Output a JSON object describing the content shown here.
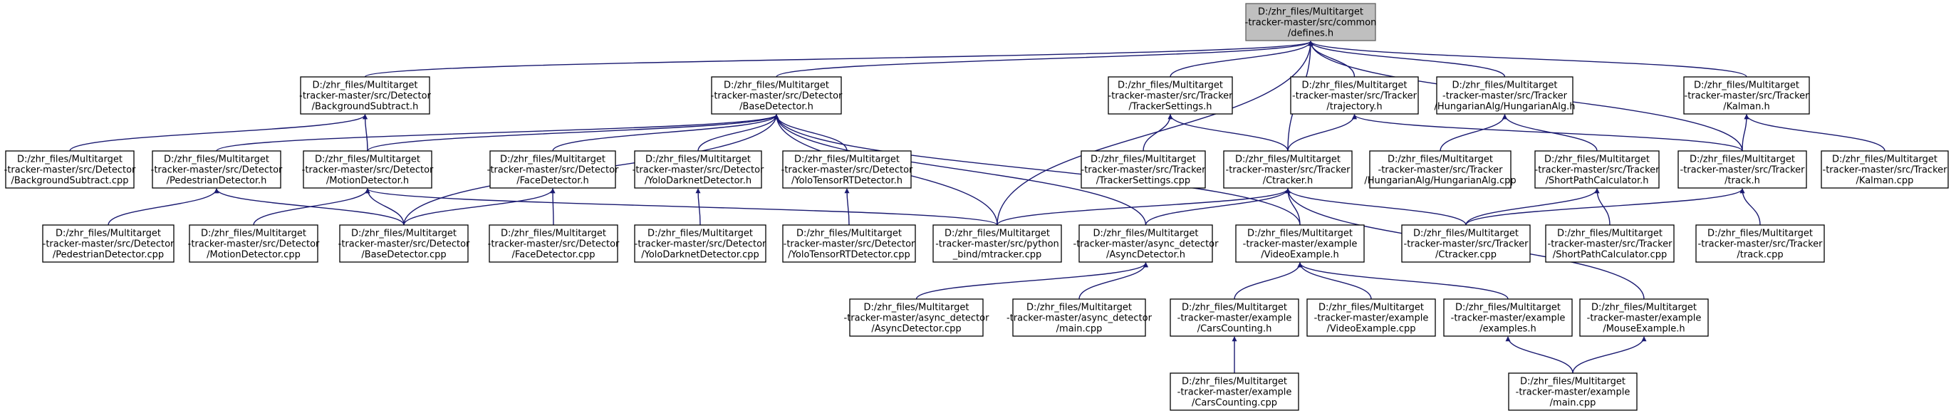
{
  "nodes": [
    {
      "id": "defines_h",
      "root": true,
      "lines": [
        "D:/zhr_files/Multitarget",
        "-tracker-master/src/common",
        "/defines.h"
      ]
    },
    {
      "id": "bgsub_h",
      "lines": [
        "D:/zhr_files/Multitarget",
        "-tracker-master/src/Detector",
        "/BackgroundSubtract.h"
      ]
    },
    {
      "id": "basedet_h",
      "lines": [
        "D:/zhr_files/Multitarget",
        "-tracker-master/src/Detector",
        "/BaseDetector.h"
      ]
    },
    {
      "id": "trkset_h",
      "lines": [
        "D:/zhr_files/Multitarget",
        "-tracker-master/src/Tracker",
        "/TrackerSettings.h"
      ]
    },
    {
      "id": "traj_h",
      "lines": [
        "D:/zhr_files/Multitarget",
        "-tracker-master/src/Tracker",
        "/trajectory.h"
      ]
    },
    {
      "id": "hung_h",
      "lines": [
        "D:/zhr_files/Multitarget",
        "-tracker-master/src/Tracker",
        "/HungarianAlg/HungarianAlg.h"
      ]
    },
    {
      "id": "kalman_h",
      "lines": [
        "D:/zhr_files/Multitarget",
        "-tracker-master/src/Tracker",
        "/Kalman.h"
      ]
    },
    {
      "id": "bgsub_cpp",
      "lines": [
        "D:/zhr_files/Multitarget",
        "-tracker-master/src/Detector",
        "/BackgroundSubtract.cpp"
      ]
    },
    {
      "id": "ped_h",
      "lines": [
        "D:/zhr_files/Multitarget",
        "-tracker-master/src/Detector",
        "/PedestrianDetector.h"
      ]
    },
    {
      "id": "motion_h",
      "lines": [
        "D:/zhr_files/Multitarget",
        "-tracker-master/src/Detector",
        "/MotionDetector.h"
      ]
    },
    {
      "id": "face_h",
      "lines": [
        "D:/zhr_files/Multitarget",
        "-tracker-master/src/Detector",
        "/FaceDetector.h"
      ]
    },
    {
      "id": "yolodn_h",
      "lines": [
        "D:/zhr_files/Multitarget",
        "-tracker-master/src/Detector",
        "/YoloDarknetDetector.h"
      ]
    },
    {
      "id": "yolort_h",
      "lines": [
        "D:/zhr_files/Multitarget",
        "-tracker-master/src/Detector",
        "/YoloTensorRTDetector.h"
      ]
    },
    {
      "id": "trkset_cpp",
      "lines": [
        "D:/zhr_files/Multitarget",
        "-tracker-master/src/Tracker",
        "/TrackerSettings.cpp"
      ]
    },
    {
      "id": "ctracker_h",
      "lines": [
        "D:/zhr_files/Multitarget",
        "-tracker-master/src/Tracker",
        "/Ctracker.h"
      ]
    },
    {
      "id": "hung_cpp",
      "lines": [
        "D:/zhr_files/Multitarget",
        "-tracker-master/src/Tracker",
        "/HungarianAlg/HungarianAlg.cpp"
      ]
    },
    {
      "id": "shortpath_h",
      "lines": [
        "D:/zhr_files/Multitarget",
        "-tracker-master/src/Tracker",
        "/ShortPathCalculator.h"
      ]
    },
    {
      "id": "track_h",
      "lines": [
        "D:/zhr_files/Multitarget",
        "-tracker-master/src/Tracker",
        "/track.h"
      ]
    },
    {
      "id": "kalman_cpp",
      "lines": [
        "D:/zhr_files/Multitarget",
        "-tracker-master/src/Tracker",
        "/Kalman.cpp"
      ]
    },
    {
      "id": "ped_cpp",
      "lines": [
        "D:/zhr_files/Multitarget",
        "-tracker-master/src/Detector",
        "/PedestrianDetector.cpp"
      ]
    },
    {
      "id": "motion_cpp",
      "lines": [
        "D:/zhr_files/Multitarget",
        "-tracker-master/src/Detector",
        "/MotionDetector.cpp"
      ]
    },
    {
      "id": "basedet_cpp",
      "lines": [
        "D:/zhr_files/Multitarget",
        "-tracker-master/src/Detector",
        "/BaseDetector.cpp"
      ]
    },
    {
      "id": "face_cpp",
      "lines": [
        "D:/zhr_files/Multitarget",
        "-tracker-master/src/Detector",
        "/FaceDetector.cpp"
      ]
    },
    {
      "id": "yolodn_cpp",
      "lines": [
        "D:/zhr_files/Multitarget",
        "-tracker-master/src/Detector",
        "/YoloDarknetDetector.cpp"
      ]
    },
    {
      "id": "yolort_cpp",
      "lines": [
        "D:/zhr_files/Multitarget",
        "-tracker-master/src/Detector",
        "/YoloTensorRTDetector.cpp"
      ]
    },
    {
      "id": "pybind_cpp",
      "lines": [
        "D:/zhr_files/Multitarget",
        "-tracker-master/src/python",
        "_bind/mtracker.cpp"
      ]
    },
    {
      "id": "async_h",
      "lines": [
        "D:/zhr_files/Multitarget",
        "-tracker-master/async_detector",
        "/AsyncDetector.h"
      ]
    },
    {
      "id": "videoex_h",
      "lines": [
        "D:/zhr_files/Multitarget",
        "-tracker-master/example",
        "/VideoExample.h"
      ]
    },
    {
      "id": "ctracker_cpp",
      "lines": [
        "D:/zhr_files/Multitarget",
        "-tracker-master/src/Tracker",
        "/Ctracker.cpp"
      ]
    },
    {
      "id": "shortpath_cpp",
      "lines": [
        "D:/zhr_files/Multitarget",
        "-tracker-master/src/Tracker",
        "/ShortPathCalculator.cpp"
      ]
    },
    {
      "id": "track_cpp",
      "lines": [
        "D:/zhr_files/Multitarget",
        "-tracker-master/src/Tracker",
        "/track.cpp"
      ]
    },
    {
      "id": "asyncdet_cpp",
      "lines": [
        "D:/zhr_files/Multitarget",
        "-tracker-master/async_detector",
        "/AsyncDetector.cpp"
      ]
    },
    {
      "id": "asyncmain_cpp",
      "lines": [
        "D:/zhr_files/Multitarget",
        "-tracker-master/async_detector",
        "/main.cpp"
      ]
    },
    {
      "id": "cars_h",
      "lines": [
        "D:/zhr_files/Multitarget",
        "-tracker-master/example",
        "/CarsCounting.h"
      ]
    },
    {
      "id": "videoex_cpp",
      "lines": [
        "D:/zhr_files/Multitarget",
        "-tracker-master/example",
        "/VideoExample.cpp"
      ]
    },
    {
      "id": "examples_h",
      "lines": [
        "D:/zhr_files/Multitarget",
        "-tracker-master/example",
        "/examples.h"
      ]
    },
    {
      "id": "mouse_h",
      "lines": [
        "D:/zhr_files/Multitarget",
        "-tracker-master/example",
        "/MouseExample.h"
      ]
    },
    {
      "id": "cars_cpp",
      "lines": [
        "D:/zhr_files/Multitarget",
        "-tracker-master/example",
        "/CarsCounting.cpp"
      ]
    },
    {
      "id": "main_cpp",
      "lines": [
        "D:/zhr_files/Multitarget",
        "-tracker-master/example",
        "/main.cpp"
      ]
    }
  ],
  "edges": [
    [
      "bgsub_h",
      "defines_h"
    ],
    [
      "basedet_h",
      "defines_h"
    ],
    [
      "trkset_h",
      "defines_h"
    ],
    [
      "traj_h",
      "defines_h"
    ],
    [
      "hung_h",
      "defines_h"
    ],
    [
      "kalman_h",
      "defines_h"
    ],
    [
      "ctracker_h",
      "defines_h"
    ],
    [
      "track_h",
      "defines_h"
    ],
    [
      "pybind_cpp",
      "defines_h"
    ],
    [
      "bgsub_cpp",
      "bgsub_h"
    ],
    [
      "motion_h",
      "bgsub_h"
    ],
    [
      "ped_h",
      "basedet_h"
    ],
    [
      "motion_h",
      "basedet_h"
    ],
    [
      "face_h",
      "basedet_h"
    ],
    [
      "yolodn_h",
      "basedet_h"
    ],
    [
      "yolort_h",
      "basedet_h"
    ],
    [
      "basedet_cpp",
      "basedet_h"
    ],
    [
      "pybind_cpp",
      "basedet_h"
    ],
    [
      "async_h",
      "basedet_h"
    ],
    [
      "videoex_h",
      "basedet_h"
    ],
    [
      "trkset_cpp",
      "trkset_h"
    ],
    [
      "ctracker_h",
      "trkset_h"
    ],
    [
      "ctracker_h",
      "traj_h"
    ],
    [
      "track_h",
      "traj_h"
    ],
    [
      "hung_cpp",
      "hung_h"
    ],
    [
      "shortpath_h",
      "hung_h"
    ],
    [
      "track_h",
      "kalman_h"
    ],
    [
      "kalman_cpp",
      "kalman_h"
    ],
    [
      "ped_cpp",
      "ped_h"
    ],
    [
      "basedet_cpp",
      "ped_h"
    ],
    [
      "motion_cpp",
      "motion_h"
    ],
    [
      "basedet_cpp",
      "motion_h"
    ],
    [
      "pybind_cpp",
      "motion_h"
    ],
    [
      "face_cpp",
      "face_h"
    ],
    [
      "basedet_cpp",
      "face_h"
    ],
    [
      "yolodn_cpp",
      "yolodn_h"
    ],
    [
      "yolort_cpp",
      "yolort_h"
    ],
    [
      "pybind_cpp",
      "ctracker_h"
    ],
    [
      "async_h",
      "ctracker_h"
    ],
    [
      "videoex_h",
      "ctracker_h"
    ],
    [
      "ctracker_cpp",
      "ctracker_h"
    ],
    [
      "mouse_h",
      "ctracker_h"
    ],
    [
      "ctracker_cpp",
      "shortpath_h"
    ],
    [
      "shortpath_cpp",
      "shortpath_h"
    ],
    [
      "ctracker_cpp",
      "track_h"
    ],
    [
      "track_cpp",
      "track_h"
    ],
    [
      "asyncdet_cpp",
      "async_h"
    ],
    [
      "asyncmain_cpp",
      "async_h"
    ],
    [
      "cars_h",
      "videoex_h"
    ],
    [
      "videoex_cpp",
      "videoex_h"
    ],
    [
      "examples_h",
      "videoex_h"
    ],
    [
      "cars_cpp",
      "cars_h"
    ],
    [
      "main_cpp",
      "examples_h"
    ],
    [
      "main_cpp",
      "mouse_h"
    ]
  ]
}
